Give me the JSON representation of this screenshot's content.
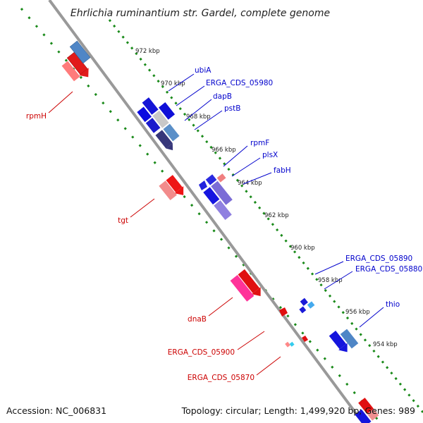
{
  "title": "Ehrlichia ruminantium str. Gardel, complete genome",
  "footer": {
    "accession": "Accession: NC_006831",
    "summary": "Topology: circular; Length: 1,499,920 bp; Genes: 989"
  },
  "colors": {
    "forward_label": "#0000cc",
    "reverse_label": "#cc0000",
    "tick_dots": "#1a8a1a",
    "backbone": "#8c8c8c"
  },
  "kbp_ticks": [
    "972 kbp",
    "970 kbp",
    "968 kbp",
    "966 kbp",
    "964 kbp",
    "962 kbp",
    "960 kbp",
    "958 kbp",
    "956 kbp",
    "954 kbp"
  ],
  "genes_forward": [
    "ubiA",
    "ERGA_CDS_05980",
    "dapB",
    "pstB",
    "rpmF",
    "plsX",
    "fabH",
    "ERGA_CDS_05890",
    "ERGA_CDS_05880",
    "thio"
  ],
  "genes_reverse": [
    "rpmH",
    "tgt",
    "dnaB",
    "ERGA_CDS_05900",
    "ERGA_CDS_05870"
  ]
}
